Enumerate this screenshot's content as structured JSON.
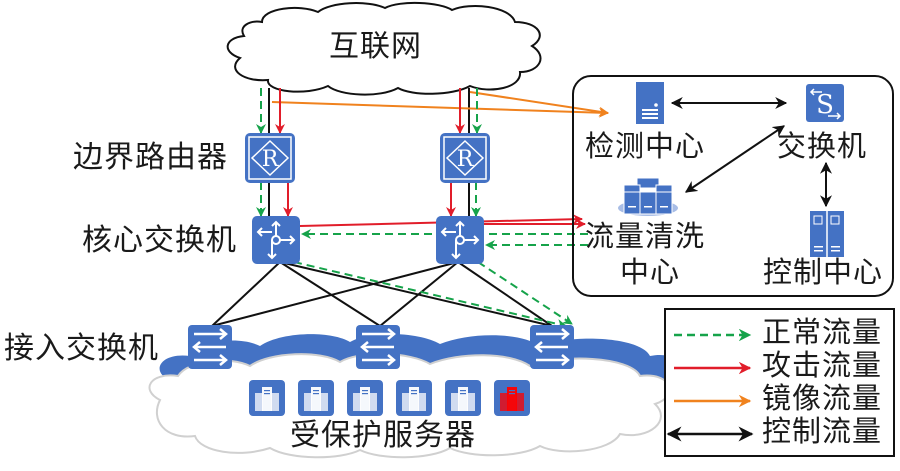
{
  "diagram": {
    "title": "DDoS 防护网络拓扑",
    "internet_label": "互联网",
    "layers": {
      "border_router": "边界路由器",
      "core_switch": "核心交换机",
      "access_switch": "接入交换机",
      "servers": "受保护服务器"
    },
    "defense_center": {
      "detection": "检测中心",
      "switch": "交换机",
      "cleaning_line1": "流量清洗",
      "cleaning_line2": "中心",
      "control": "控制中心"
    },
    "icons": {
      "router": "router-icon",
      "router_glyph": "R",
      "core_switch": "layer3-switch-icon",
      "access_switch": "switch-icon",
      "server": "server-icon",
      "switch_glyph": "S"
    },
    "servers": [
      {
        "status": "normal"
      },
      {
        "status": "normal"
      },
      {
        "status": "normal"
      },
      {
        "status": "normal"
      },
      {
        "status": "normal"
      },
      {
        "status": "attacked"
      }
    ],
    "legend": [
      {
        "label": "正常流量",
        "style": "dashed",
        "color": "#16a34a",
        "arrow": "single"
      },
      {
        "label": "攻击流量",
        "style": "solid",
        "color": "#e11d2a",
        "arrow": "single"
      },
      {
        "label": "镜像流量",
        "style": "solid",
        "color": "#f0821e",
        "arrow": "single"
      },
      {
        "label": "控制流量",
        "style": "solid",
        "color": "#111111",
        "arrow": "double"
      }
    ],
    "colors": {
      "device_blue": "#4472c4",
      "normal": "#16a34a",
      "attack": "#e11d2a",
      "mirror": "#f0821e",
      "control": "#111111",
      "attacked_server": "#ff0000"
    }
  }
}
